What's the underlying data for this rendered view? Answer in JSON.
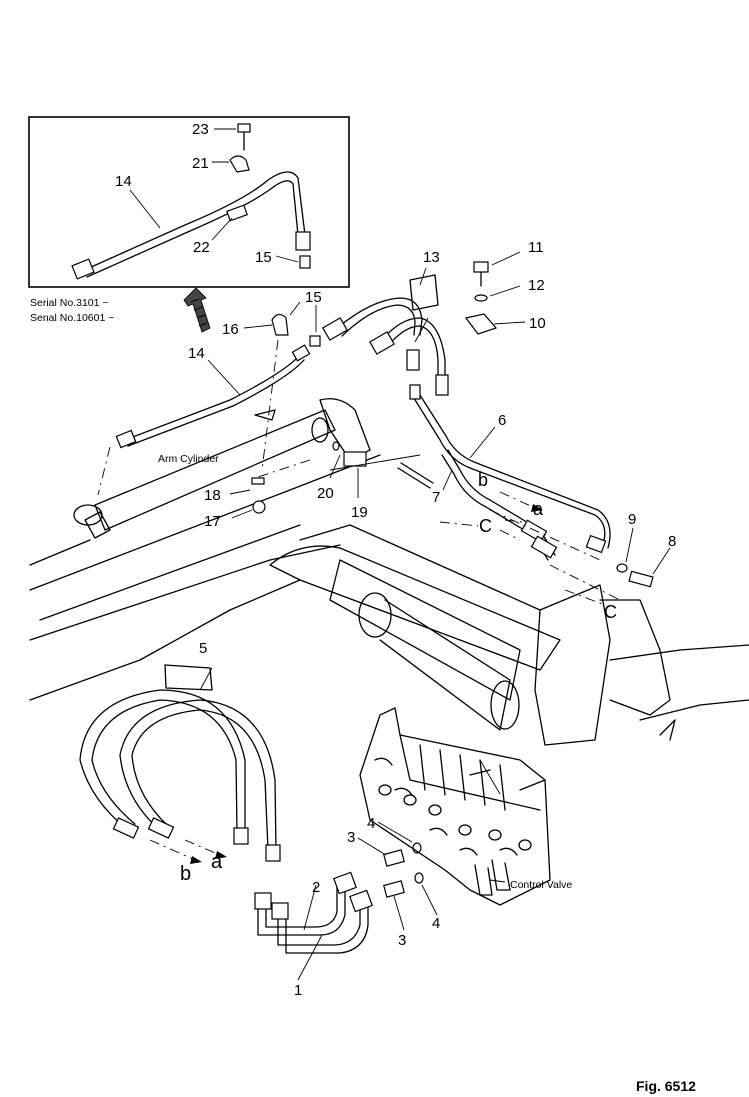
{
  "figure": {
    "number": "Fig. 6512"
  },
  "inset": {
    "serial_line1": "Serial No.3101 ~",
    "serial_line2": "Senal No.10601 ~"
  },
  "labels": {
    "arm_cylinder": "Arm Cylinder",
    "control_valve": "Control Valve"
  },
  "connection_marks": {
    "a": "a",
    "b": "b",
    "c": "C"
  },
  "callouts": {
    "p1": "1",
    "p2": "2",
    "p3": "3",
    "p4": "4",
    "p5": "5",
    "p6": "6",
    "p7": "7",
    "p8": "8",
    "p9": "9",
    "p10": "10",
    "p11": "11",
    "p12": "12",
    "p13": "13",
    "p14": "14",
    "p15": "15",
    "p16": "16",
    "p17": "17",
    "p18": "18",
    "p19": "19",
    "p20": "20",
    "p21": "21",
    "p22": "22",
    "p23": "23"
  },
  "colors": {
    "line": "#000000",
    "background": "#ffffff"
  }
}
